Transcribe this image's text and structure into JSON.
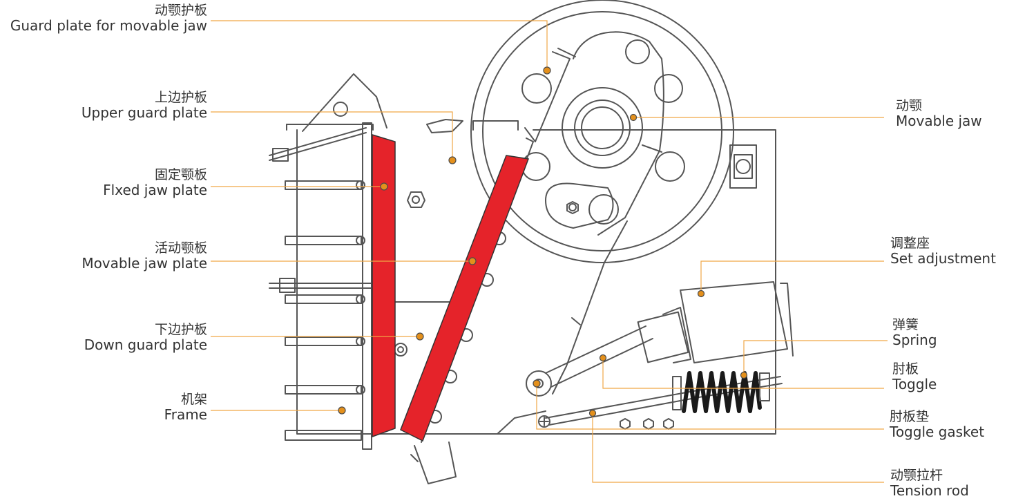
{
  "colors": {
    "outline": "#555555",
    "jaw_plate": "#e5232a",
    "leader": "#f0a646",
    "marker": "#e4901c",
    "marker_ring": "#4a4a4a",
    "label_text": "#333333"
  },
  "labels": {
    "guard_plate_movable_jaw": {
      "zh": "动颚护板",
      "en": "Guard plate for movable jaw"
    },
    "upper_guard_plate": {
      "zh": "上边护板",
      "en": "Upper guard plate"
    },
    "fixed_jaw_plate": {
      "zh": "固定颚板",
      "en": "Flxed jaw plate"
    },
    "movable_jaw_plate": {
      "zh": "活动颚板",
      "en": "Movable jaw plate"
    },
    "down_guard_plate": {
      "zh": "下边护板",
      "en": "Down guard plate"
    },
    "frame": {
      "zh": "机架",
      "en": "Frame"
    },
    "movable_jaw": {
      "zh": "动颚",
      "en": "Movable jaw"
    },
    "set_adjustment": {
      "zh": "调整座",
      "en": "Set adjustment"
    },
    "spring": {
      "zh": "弹簧",
      "en": "Spring"
    },
    "toggle": {
      "zh": "肘板",
      "en": "Toggle"
    },
    "toggle_gasket": {
      "zh": "肘板垫",
      "en": "Toggle gasket"
    },
    "tension_rod": {
      "zh": "动颚拉杆",
      "en": "Tension rod"
    }
  }
}
